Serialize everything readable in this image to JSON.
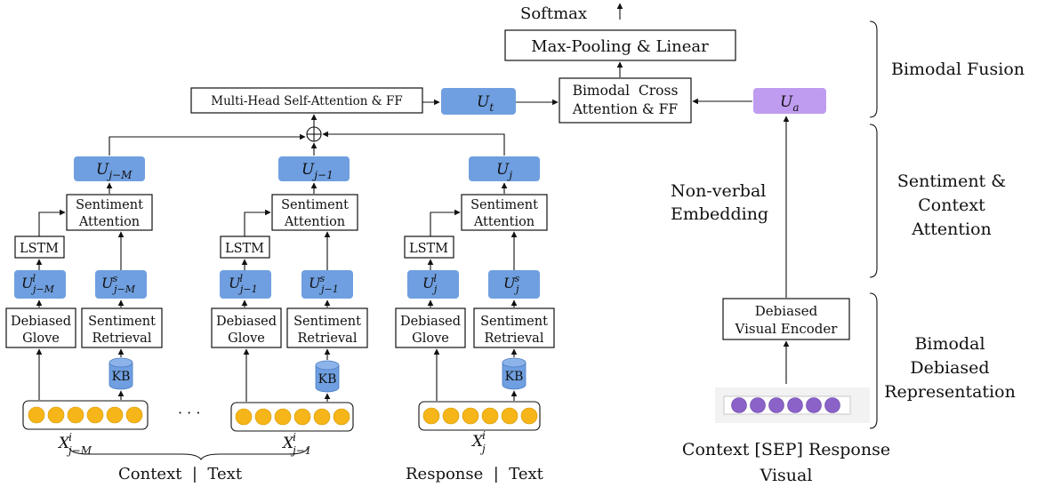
{
  "top": {
    "softmax": "Softmax",
    "maxpool": "Max-Pooling & Linear",
    "mhsa": "Multi-Head Self-Attention & FF",
    "ut_base": "U",
    "ut_sub": "t",
    "bca_line1": "Bimodal  Cross",
    "bca_line2": "Attention & FF",
    "ua_base": "U",
    "ua_sub": "a",
    "plus": "⊕"
  },
  "right": {
    "bimodal_fusion": "Bimodal Fusion",
    "sca_line1": "Sentiment &",
    "sca_line2": "Context",
    "sca_line3": "Attention",
    "bdr_line1": "Bimodal",
    "bdr_line2": "Debiased",
    "bdr_line3": "Representation",
    "nonverbal_line1": "Non-verbal",
    "nonverbal_line2": "Embedding",
    "dve_line1": "Debiased",
    "dve_line2": "Visual Encoder",
    "ctx_resp": "Context [SEP] Response",
    "visual": "Visual"
  },
  "columns": [
    {
      "u_base": "U",
      "u_sub": "j−M",
      "att_line1": "Sentiment",
      "att_line2": "Attention",
      "lstm": "LSTM",
      "ul_sup": "l",
      "ul_sub": "j−M",
      "us_sup": "s",
      "us_sub": "j−M",
      "glove_line1": "Debiased",
      "glove_line2": "Glove",
      "retr_line1": "Sentiment",
      "retr_line2": "Retrieval",
      "kb": "KB"
    },
    {
      "u_base": "U",
      "u_sub": "j−1",
      "att_line1": "Sentiment",
      "att_line2": "Attention",
      "lstm": "LSTM",
      "ul_sup": "l",
      "ul_sub": "j−1",
      "us_sup": "s",
      "us_sub": "j−1",
      "glove_line1": "Debiased",
      "glove_line2": "Glove",
      "retr_line1": "Sentiment",
      "retr_line2": "Retrieval",
      "kb": "KB"
    },
    {
      "u_base": "U",
      "u_sub": "j",
      "att_line1": "Sentiment",
      "att_line2": "Attention",
      "lstm": "LSTM",
      "ul_sup": "l",
      "ul_sub": "j",
      "us_sup": "s",
      "us_sub": "j",
      "glove_line1": "Debiased",
      "glove_line2": "Glove",
      "retr_line1": "Sentiment",
      "retr_line2": "Retrieval",
      "kb": "KB"
    }
  ],
  "inputs": {
    "x1_base": "X",
    "x1_sup": "i",
    "x1_sub": "j−M",
    "x2_base": "X",
    "x2_sup": "i",
    "x2_sub": "j−1",
    "x3_base": "X",
    "x3_sup": "i",
    "x3_sub": "j",
    "ellipsis": "· · ·",
    "context_text": "Context  |  Text",
    "response_text": "Response  |  Text"
  },
  "colors": {
    "u_box": "#6f9fe0",
    "ua_box": "#bf9cf0",
    "token_dot": "#f6b518",
    "visual_dot": "#8a62c8",
    "kb_cylinder": "#6f9fe0"
  }
}
